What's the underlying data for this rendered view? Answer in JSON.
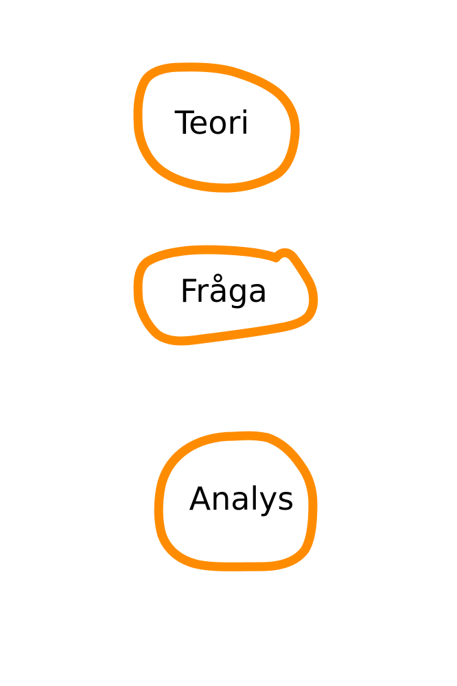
{
  "colors": {
    "background": "#ffffff",
    "circle_stroke": "#ff8c00",
    "text": "#000000"
  },
  "nodes": [
    {
      "label": "Teori"
    },
    {
      "label": "Fråga"
    },
    {
      "label": "Analys"
    }
  ]
}
